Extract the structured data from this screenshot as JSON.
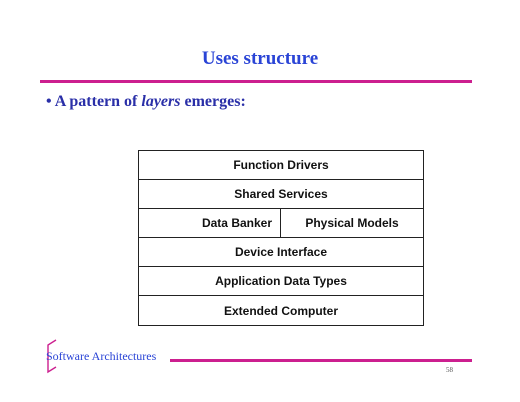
{
  "slide": {
    "title": "Uses structure",
    "bullet_prefix": "• A pattern of ",
    "bullet_em": "layers",
    "bullet_suffix": " emerges:"
  },
  "layers": {
    "l1": "Function Drivers",
    "l2": "Shared Services",
    "l3_left": "Data Banker",
    "l3_right": "Physical Models",
    "l4": "Device Interface",
    "l5": "Application Data Types",
    "l6": "Extended Computer"
  },
  "footer": {
    "label": "Software Architectures",
    "page_number": "58"
  },
  "colors": {
    "title": "#2a44d6",
    "rule": "#cc1f8f",
    "bullet": "#2a2fa8"
  }
}
